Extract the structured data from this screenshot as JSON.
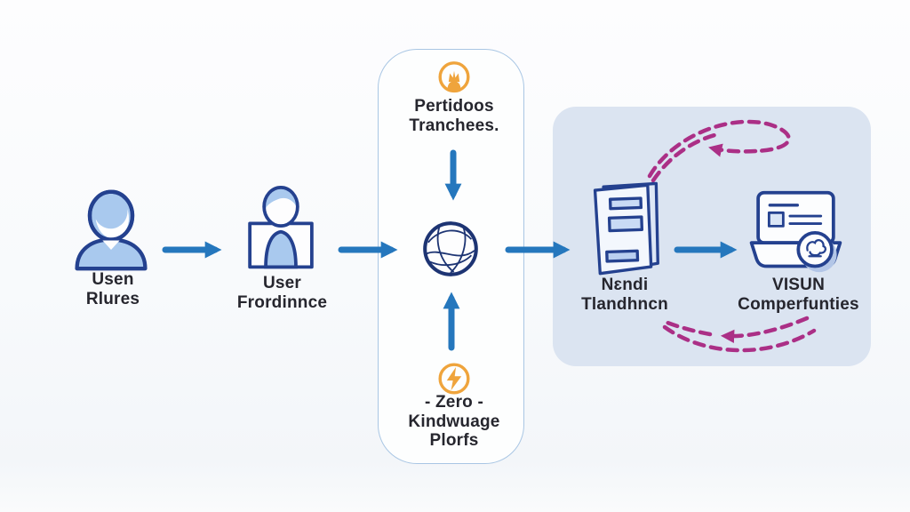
{
  "diagram": {
    "type": "flow-diagram",
    "labels": {
      "user1": [
        "Usen",
        "Rlures"
      ],
      "user2": [
        "User",
        "Frordinnce"
      ],
      "periodic": [
        "Pertidoos",
        "Tranchees."
      ],
      "zero": [
        "- Zero -",
        "Kindwuage",
        "Plorfs"
      ],
      "ledger": [
        "Nɛndi",
        "Tlandhncn"
      ],
      "visun": [
        "VISUN",
        "Comperfunties"
      ]
    },
    "icons": {
      "user1": "person-icon",
      "user2": "person-in-box-icon",
      "periodic": "crown-badge-icon",
      "center": "globe-network-icon",
      "zero": "lightning-bolt-icon",
      "ledger": "ledger-document-icon",
      "visun": "laptop-badge-icon"
    },
    "colors": {
      "arrow_blue": "#2577bd",
      "outline_navy": "#24418f",
      "fill_light_blue": "#a9c9ee",
      "accent_orange": "#efa43c",
      "dashed_magenta": "#ab2f86",
      "panel_bg": "#dbe4f1",
      "column_border": "#a9c6e4",
      "text": "#26262e",
      "globe_navy": "#1d3473"
    }
  }
}
